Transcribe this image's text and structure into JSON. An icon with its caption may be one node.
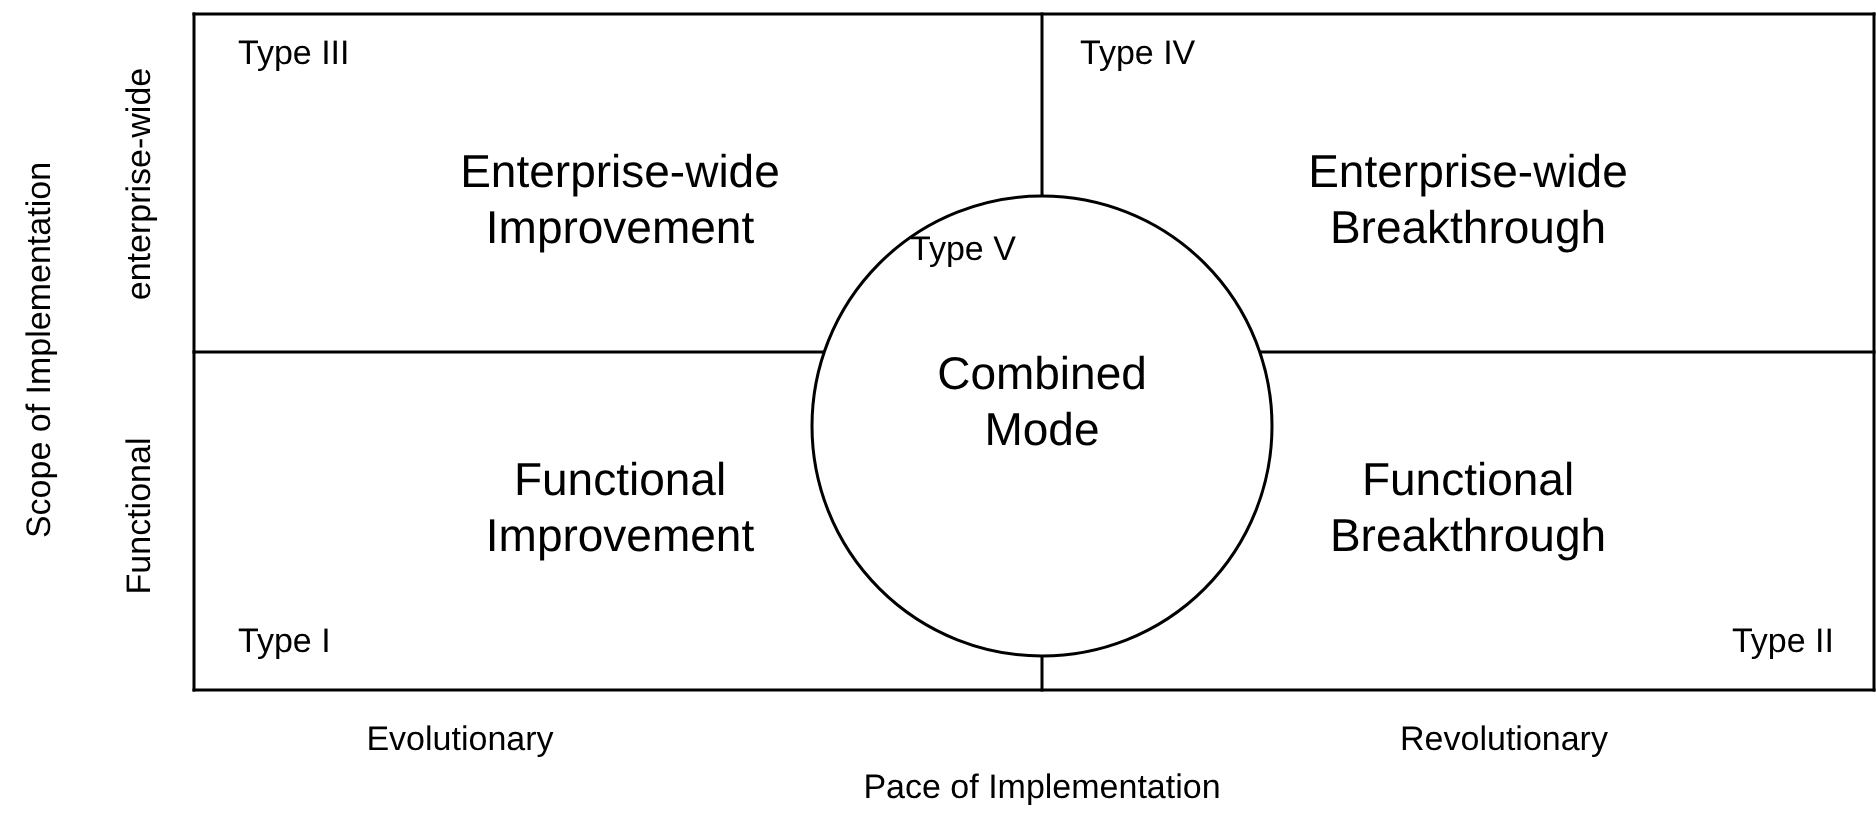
{
  "diagram": {
    "nodes": [
      {
        "text": [
          "Type III",
          "Enterprise-wide Improvement"
        ]
      },
      {
        "text": [
          "Type IV",
          "Enterprise-wide Breakthrough"
        ]
      },
      {
        "text": [
          "Type V",
          "Combined Mode"
        ]
      },
      {
        "text": [
          "Type I",
          "Functional Improvement"
        ]
      },
      {
        "text": [
          "Type II",
          "Functional Breakthrough"
        ]
      }
    ],
    "edges": [],
    "labels": [
      "Scope of Implementation",
      "enterprise-wide",
      "Functional",
      "Evolutionary",
      "Revolutionary",
      "Pace of Implementation"
    ]
  }
}
